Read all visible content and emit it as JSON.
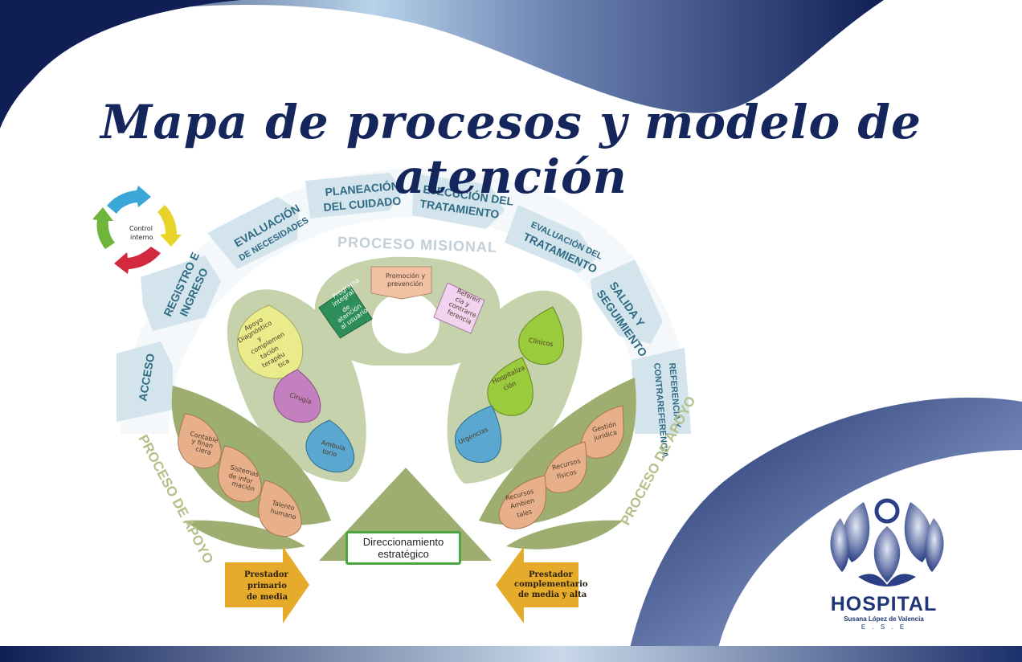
{
  "title": "Mapa de procesos y modelo de atención",
  "cycle_label": [
    "Control",
    "interno"
  ],
  "mission": {
    "section_title": "PROCESO MISIONAL",
    "steps": [
      {
        "lines": [
          "ACCESO"
        ]
      },
      {
        "lines": [
          "REGISTRO E",
          "INGRESO"
        ]
      },
      {
        "lines": [
          "EVALUACIÓN",
          "DE NECESIDADES"
        ]
      },
      {
        "lines": [
          "PLANEACIÓN",
          "DEL CUIDADO"
        ]
      },
      {
        "lines": [
          "EJECUCIÓN DEL",
          "TRATAMIENTO"
        ]
      },
      {
        "lines": [
          "EVALUACIÓN DEL",
          "TRATAMIENTO"
        ]
      },
      {
        "lines": [
          "SALIDA Y",
          "SEGUIMIENTO"
        ]
      },
      {
        "lines": [
          "REFERENCIA Y",
          "CONTRAREFERENCIA"
        ]
      }
    ],
    "center_boxes": [
      {
        "lines": [
          "Promoción y",
          "prevención"
        ]
      },
      {
        "lines": [
          "Programa",
          "integral",
          "de",
          "atención",
          "al usuario"
        ]
      },
      {
        "lines": [
          "Referen",
          "cia y",
          "contrarre",
          "ferencia"
        ]
      }
    ]
  },
  "left_leaf_drops": [
    {
      "lines": [
        "Apoyo",
        "Diagnóstico",
        "y",
        "complemen",
        "tación",
        "terapéu",
        "tica"
      ]
    },
    {
      "lines": [
        "Cirugía"
      ]
    },
    {
      "lines": [
        "Ambula",
        "torio"
      ]
    }
  ],
  "right_leaf_drops": [
    {
      "lines": [
        "Clínicos"
      ]
    },
    {
      "lines": [
        "Hospitaliza",
        "ción"
      ]
    },
    {
      "lines": [
        "Urgencias"
      ]
    }
  ],
  "support_left": {
    "section_title": "PROCESO DE APOYO",
    "drops": [
      {
        "lines": [
          "Contable",
          "y finan",
          "ciera"
        ]
      },
      {
        "lines": [
          "Sistemas",
          "de infor",
          "mación"
        ]
      },
      {
        "lines": [
          "Talento",
          "humano"
        ]
      }
    ]
  },
  "support_right": {
    "section_title": "PROCESO DE APOYO",
    "drops": [
      {
        "lines": [
          "Gestión",
          "jurídica"
        ]
      },
      {
        "lines": [
          "Recursos",
          "físicos"
        ]
      },
      {
        "lines": [
          "Recursos",
          "Ambien",
          "tales"
        ]
      }
    ]
  },
  "strategic": {
    "lines": [
      "Direccionamiento",
      "estratégico"
    ]
  },
  "provider_left": {
    "lines": [
      "Prestador",
      "primario",
      "de media"
    ]
  },
  "provider_right": {
    "lines": [
      "Prestador",
      "complementario",
      "de media y alta"
    ]
  },
  "logo": {
    "name": "HOSPITAL",
    "subtitle": "Susana López de Valencia",
    "suffix": "E . S . E"
  },
  "colors": {
    "navy": "#14265c",
    "arrow_fill": "#d3e4ec",
    "leaf_green": "#b9c69b",
    "support_green": "#9ead70",
    "drop_salmon": "#e8b08a",
    "drop_yellow": "#eaeb8a",
    "drop_purple": "#c47fbe",
    "drop_blue": "#5aa7cf",
    "drop_green": "#9acb3c",
    "provider_yellow": "#e7ab2c",
    "strategic_green": "#4da53f"
  }
}
